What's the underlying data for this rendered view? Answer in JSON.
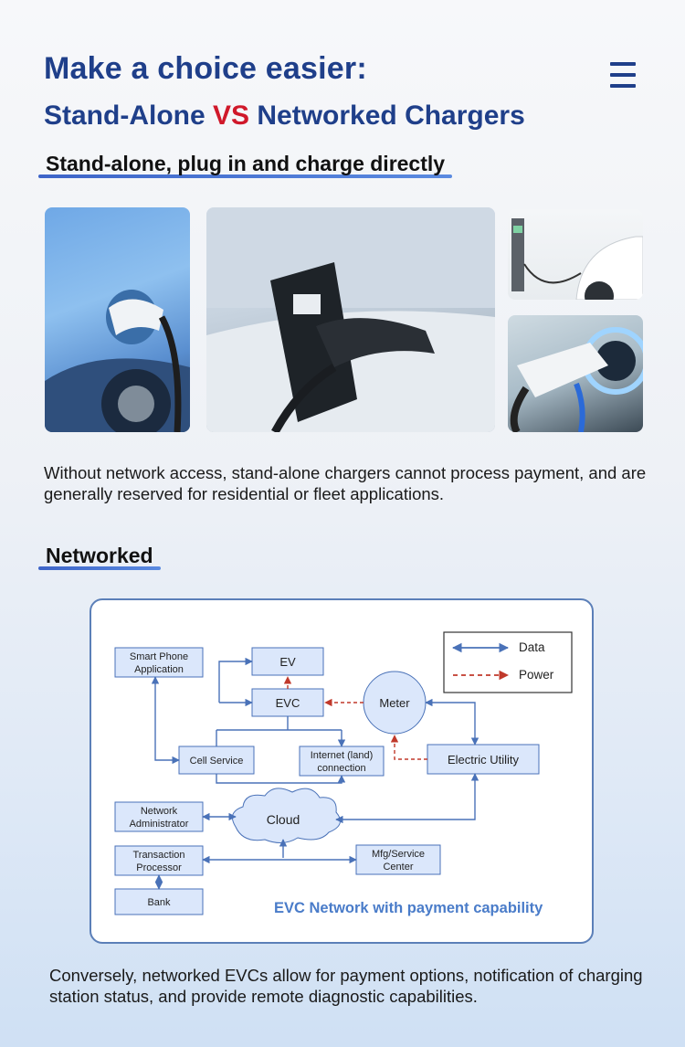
{
  "header": {
    "title_line1": "Make a choice easier:",
    "title_line2_part1": "Stand-Alone ",
    "title_line2_vs": "VS",
    "title_line2_part2": " Networked Chargers"
  },
  "sections": {
    "standalone_heading": "Stand-alone, plug in and charge directly",
    "standalone_text": "Without network access, stand-alone chargers cannot process payment, and are generally reserved for residential or fleet applications.",
    "networked_heading": "Networked",
    "networked_text": "Conversely, networked EVCs allow for payment options, notification of charging station status, and provide remote diagnostic capabilities."
  },
  "diagram": {
    "caption": "EVC Network with payment capability",
    "legend": {
      "data": "Data",
      "power": "Power"
    },
    "nodes": {
      "smartphone_l1": "Smart Phone",
      "smartphone_l2": "Application",
      "ev": "EV",
      "evc": "EVC",
      "meter": "Meter",
      "cell": "Cell Service",
      "internet_l1": "Internet (land)",
      "internet_l2": "connection",
      "utility": "Electric Utility",
      "netadmin_l1": "Network",
      "netadmin_l2": "Administrator",
      "cloud": "Cloud",
      "trans_l1": "Transaction",
      "trans_l2": "Processor",
      "mfg_l1": "Mfg/Service",
      "mfg_l2": "Center",
      "bank": "Bank"
    }
  },
  "colors": {
    "title_blue": "#1f3f8a",
    "vs_red": "#d0182a",
    "data_arrow": "#4a72b8",
    "power_arrow": "#c0392b",
    "node_fill": "#dbe7fb",
    "caption_blue": "#4a7cc9"
  },
  "icons": {
    "menu": "hamburger-menu-icon"
  }
}
